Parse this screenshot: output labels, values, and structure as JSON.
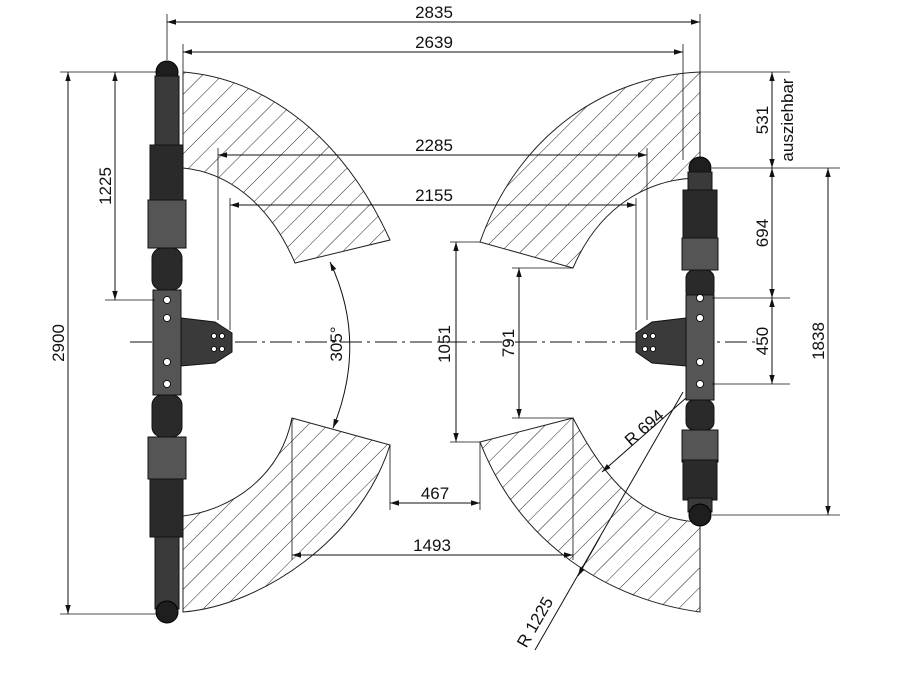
{
  "dimensions": {
    "overall_width": "2835",
    "inner_width": "2639",
    "arm_span_outer": "2285",
    "arm_span_inner": "2155",
    "overall_height": "2900",
    "arm_length_left": "1225",
    "extendable": "531",
    "extendable_label": "ausziehbar",
    "arm_length_right": "694",
    "pivot_offset": "450",
    "right_height": "1838",
    "opening_outer": "1051",
    "opening_inner": "791",
    "swing_angle": "305°",
    "gap_small": "467",
    "gap_large": "1493",
    "radius_small": "R 694",
    "radius_large": "R 1225"
  },
  "colors": {
    "arm": "#3a3a3a",
    "hatch": "#222222",
    "background": "#ffffff"
  }
}
